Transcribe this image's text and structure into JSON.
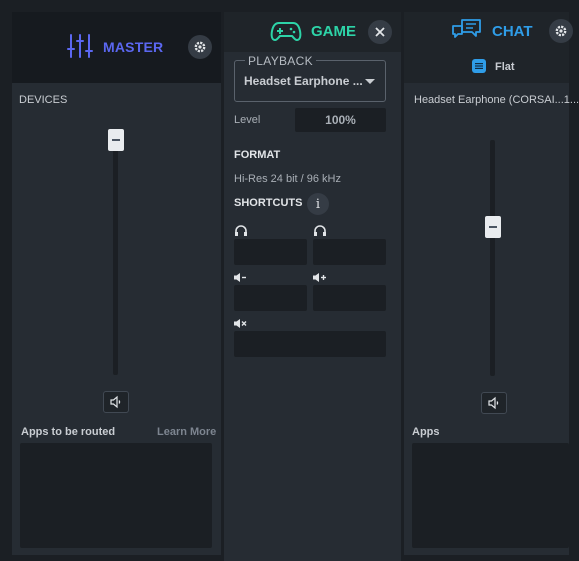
{
  "master": {
    "title": "MASTER",
    "icon": "mixer-sliders-icon",
    "devices_label": "DEVICES",
    "volume_level": 0.98,
    "apps_label": "Apps to be routed",
    "learn_more": "Learn More"
  },
  "game": {
    "title": "GAME",
    "icon": "gamepad-icon",
    "playback_legend": "PLAYBACK",
    "playback_device": "Headset Earphone ...",
    "level_label": "Level",
    "level_value": "100%",
    "format_title": "FORMAT",
    "format_value": "Hi-Res 24 bit / 96 kHz",
    "shortcuts_title": "SHORTCUTS",
    "info_glyph": "i"
  },
  "chat": {
    "title": "CHAT",
    "icon": "chat-bubbles-icon",
    "eq_preset": "Flat",
    "device": "Headset Earphone (CORSAI...1...",
    "volume_level": 0.64,
    "apps_label": "Apps"
  },
  "colors": {
    "master_accent": "#5b67f0",
    "game_accent": "#2dd4a8",
    "chat_accent": "#2f9de8"
  }
}
